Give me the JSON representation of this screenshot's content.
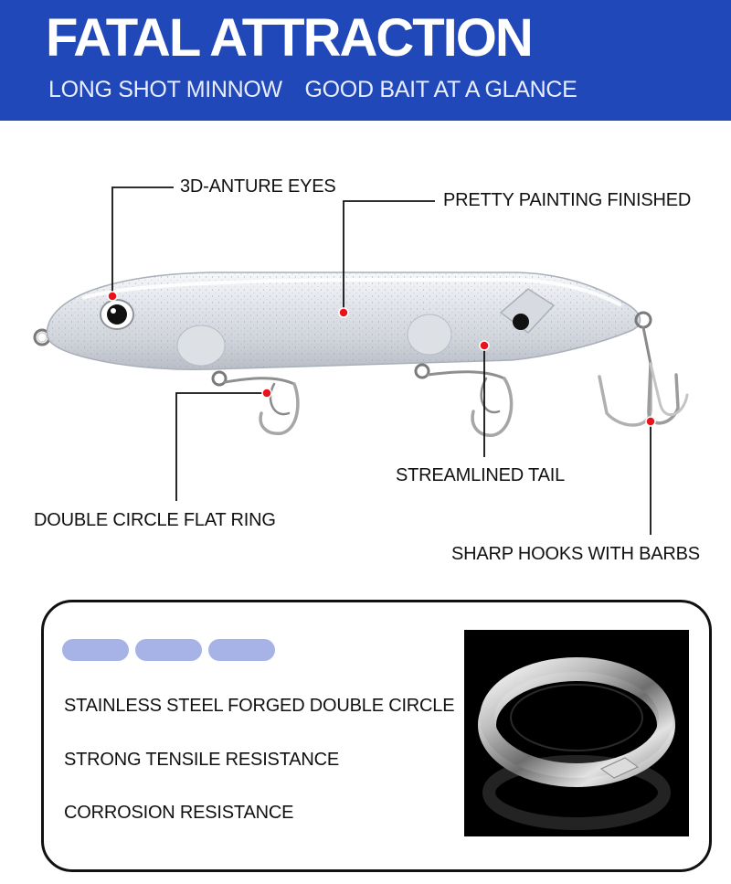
{
  "header": {
    "title": "FATAL ATTRACTION",
    "subtitle_left": "LONG SHOT MINNOW",
    "subtitle_right": "GOOD BAIT AT A GLANCE"
  },
  "callouts": {
    "eyes": "3D-ANTURE EYES",
    "painting": "PRETTY PAINTING FINISHED",
    "tail": "STREAMLINED TAIL",
    "ring": "DOUBLE CIRCLE FLAT RING",
    "hooks": "SHARP HOOKS WITH BARBS"
  },
  "features": [
    "STAINLESS STEEL FORGED DOUBLE CIRCLE",
    "STRONG TENSILE RESISTANCE",
    "CORROSION RESISTANCE"
  ],
  "colors": {
    "banner": "#2148b8",
    "pill": "#a7b3e6",
    "marker": "#e8141c"
  }
}
